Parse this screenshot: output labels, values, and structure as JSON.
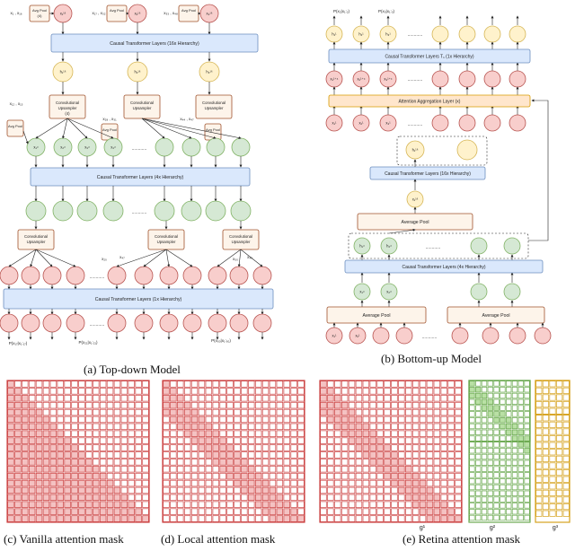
{
  "colors": {
    "blue_fill": "#dae8fc",
    "blue_stroke": "#6c8ebf",
    "red_fill": "#f8cecc",
    "red_stroke": "#b85450",
    "green_fill": "#d5e8d4",
    "green_stroke": "#82b366",
    "yellow_fill": "#fff2cc",
    "yellow_stroke": "#d6b656",
    "beige_fill": "#fdf4ea",
    "beige_stroke": "#a0522d",
    "orange_fill": "#ffe6cc",
    "orange_stroke": "#d79b00",
    "grid_red_fill": "#f4c2c2",
    "grid_red_stroke": "#cc4444",
    "grid_green_fill": "#b9e0a5",
    "grid_green_stroke": "#6aa84f",
    "grid_yellow_stroke": "#d6a21e"
  },
  "captions": {
    "a": "(a) Top-down Model",
    "b": "(b) Bottom-up Model",
    "c": "(c) Vanilla attention mask",
    "d": "(d) Local attention mask",
    "e": "(e) Retina attention mask"
  },
  "topdown": {
    "layer16": "Causal Transformer Layers (16x Hierarchy)",
    "layer4": "Causal Transformer Layers (4x Hierarchy)",
    "layer1": "Causal Transformer Layers (1x Hierarchy)",
    "upsampler": "Convolutional Upsampler",
    "upsampler_sub": "(4)",
    "avg_pool": "Avg Pool",
    "avg_pool_sub": "(4)",
    "dots": "............",
    "top_inputs_1": "x₁ , x₁₆",
    "top_inputs_2": "x₁₇ , x₃₂",
    "top_inputs_3": "x₃₃ , x₄₈",
    "x16_1": "x₁¹⁶",
    "x16_2": "x₂¹⁶",
    "x16_3": "x₃¹⁶",
    "h16_1": "h₁¹⁶",
    "h16_2": "h₂¹⁶",
    "h16_3": "h₃¹⁶",
    "side_in_1": "x₁₂ , x₁₅",
    "side_in_2": "x₂₈ , x₃₁",
    "side_in_3": "x₄₄ , x₄₇",
    "x4_1": "x₁⁴",
    "x4_2": "x₂⁴",
    "x4_3": "x₃⁴",
    "x4_4": "x₄⁴",
    "x1_a": "x₂₀",
    "x1_b": "x₄₇",
    "x1_c": "x₅₀",
    "x1_d": "x₄₉",
    "out_1": "P(x₁₇|x₁:₁₇)",
    "out_2": "P(x₂₁|x₁:₂₁)",
    "out_3": "P(x₅₀|x₁:₅₀)"
  },
  "bottomup": {
    "out_1": "P(x₂|x₁:₂)",
    "out_2": "P(x₃|x₁:₃)",
    "h1_1": "h₁¹",
    "h1_2": "h₂¹",
    "h1_3": "h₃¹",
    "layer1": "Causal Transformer Layers T₁ (1x Hierarchy)",
    "x1a_1": "x₁¹⁺⁴",
    "x1a_2": "x₂¹⁺⁴",
    "x1a_3": "x₃¹⁺⁴",
    "aggregation": "Attention Aggregation Layer (x)",
    "x1_1": "x₁¹",
    "x1_2": "x₂¹",
    "x1_3": "x₃¹",
    "h16_1": "h₁¹⁶",
    "layer16": "Causal Transformer Layers (16x Hierarchy)",
    "x16_1": "x₁¹⁶",
    "avg_pool": "Average Pool",
    "h4_1": "h₁⁴",
    "h4_2": "h₂⁴",
    "layer4": "Causal Transformer Layers (4x Hierarchy)",
    "x4_1": "x₁⁴",
    "x4_2": "x₂⁴",
    "in_1": "x₁¹",
    "in_2": "x₂¹",
    "dots": "............"
  },
  "masks": {
    "vanilla_n": 20,
    "local_n": 20,
    "local_window": 5,
    "retina1_n": 20,
    "retina1_window": 5,
    "retina2_n": 10,
    "retina2_window": 3,
    "retina3_n": 5,
    "label_g1": "g¹",
    "label_g2": "g²",
    "label_g3": "g³"
  }
}
